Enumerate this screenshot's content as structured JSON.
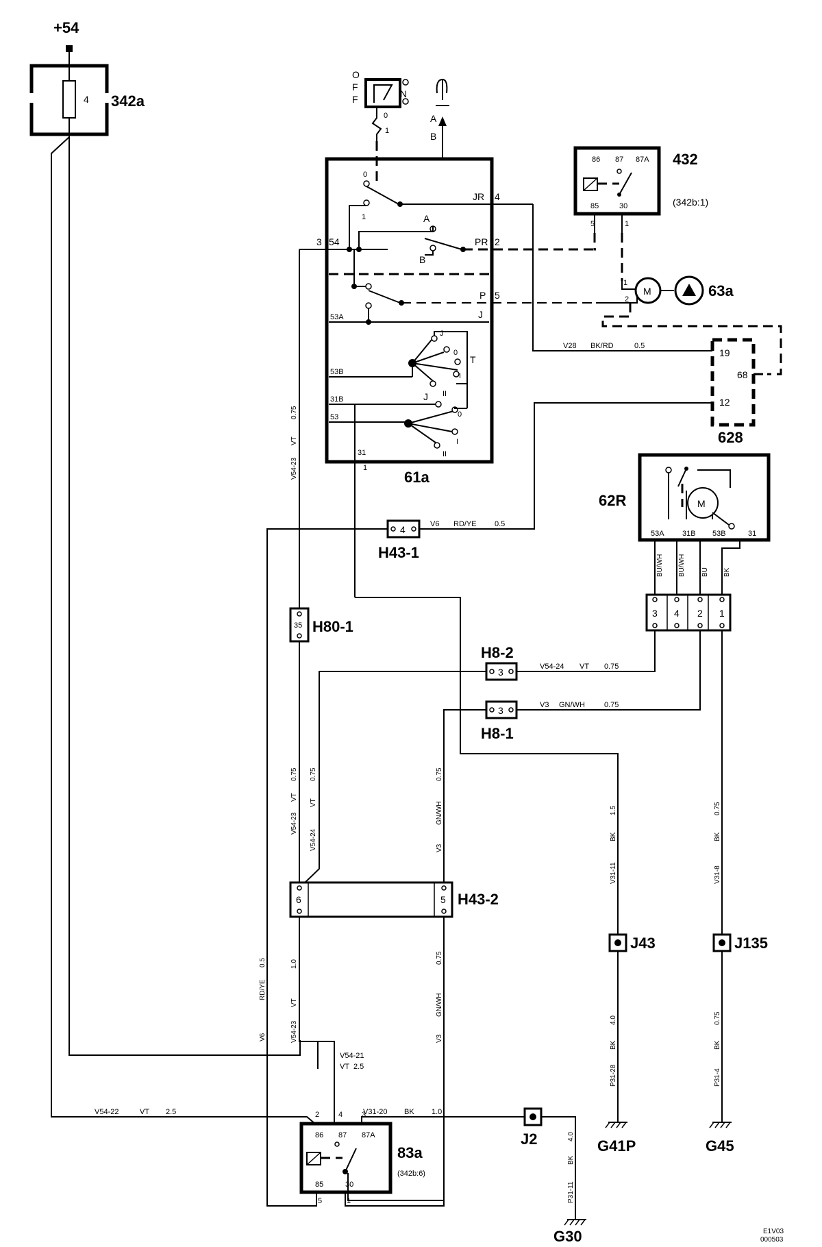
{
  "labels": {
    "supply": "+54",
    "fuse_box": "342a",
    "fuse_num": "4",
    "relay_432": "432",
    "relay_432_ref": "(342b:1)",
    "sw_61a": "61a",
    "pump": "63a",
    "ecu": "628",
    "motor_62R": "62R",
    "relay_83a": "83a",
    "relay_83a_ref": "(342b:6)",
    "conn_H43_1": "H43-1",
    "conn_H80_1": "H80-1",
    "conn_H8_2": "H8-2",
    "conn_H8_1": "H8-1",
    "conn_H43_2": "H43-2",
    "j43": "J43",
    "j135": "J135",
    "j2": "J2",
    "g41p": "G41P",
    "g45": "G45",
    "g30": "G30",
    "doc_code_1": "E1V03",
    "doc_code_2": "000503",
    "motor_M": "M"
  },
  "switch_off": {
    "o": "O",
    "f1": "F",
    "f2": "F",
    "n": "N",
    "p0": "0",
    "p1": "1"
  },
  "washer": {
    "a": "A",
    "b": "B"
  },
  "relay432_pins": {
    "p86": "86",
    "p87": "87",
    "p87a": "87A",
    "p85": "85",
    "p30": "30",
    "w5": "5",
    "w1": "1"
  },
  "relay83a_pins": {
    "p86": "86",
    "p87": "87",
    "p87a": "87A",
    "p85": "85",
    "p30": "30",
    "w2": "2",
    "w4": "4",
    "w3": "3",
    "w5": "5",
    "w1": "1"
  },
  "sw61a": {
    "pos0": "0",
    "pos1": "1",
    "posA": "A",
    "posB": "B",
    "jr": "JR",
    "jr_n": "4",
    "pr": "PR",
    "pr_n": "2",
    "p": "P",
    "p_n": "5",
    "p3": "3",
    "p54": "54",
    "t53a": "53A",
    "j1": "J",
    "t53b": "53B",
    "t31b": "31B",
    "t53": "53",
    "t31": "31",
    "t31_n": "1",
    "sj1": "J",
    "s0a": "0",
    "sT": "T",
    "sIa": "I",
    "sIIa": "II",
    "sj2": "J",
    "s0b": "0",
    "sIb": "I",
    "sIIb": "II"
  },
  "pump_pins": {
    "p1": "1",
    "p2": "2"
  },
  "ecu_pins": {
    "p19": "19",
    "p68": "68",
    "p12": "12"
  },
  "motor62R_pins": {
    "p53a": "53A",
    "p31b": "31B",
    "p53b": "53B",
    "p31": "31"
  },
  "motor62R_colors": {
    "c1": "BU/WH",
    "c2": "BU/WH",
    "c3": "BU",
    "c4": "BK"
  },
  "motor62R_conn": {
    "n1": "3",
    "n2": "4",
    "n3": "2",
    "n4": "1"
  },
  "conn_pins": {
    "h43_1": "4",
    "h80_1": "35",
    "h8_2": "3",
    "h8_1": "3",
    "h43_2a": "6",
    "h43_2b": "5"
  },
  "wires": {
    "v28": {
      "id": "V28",
      "color": "BK/RD",
      "size": "0.5"
    },
    "v6_top": {
      "id": "V6",
      "color": "RD/YE",
      "size": "0.5"
    },
    "v54_24_h": {
      "id": "V54-24",
      "color": "VT",
      "size": "0.75"
    },
    "v3_h": {
      "id": "V3",
      "color": "GN/WH",
      "size": "0.75"
    },
    "v54_23_top": {
      "id": "V54-23",
      "color": "VT",
      "size": "0.75"
    },
    "v54_23_mid": {
      "id": "V54-23",
      "color": "VT",
      "size": "0.75"
    },
    "v54_24_mid": {
      "id": "V54-24",
      "color": "VT",
      "size": "0.75"
    },
    "v3_mid": {
      "id": "V3",
      "color": "GN/WH",
      "size": "0.75"
    },
    "v31_11a": {
      "id": "V31-11",
      "color": "BK",
      "size": "1.5"
    },
    "v31_8": {
      "id": "V31-8",
      "color": "BK",
      "size": "0.75"
    },
    "v6_low": {
      "id": "V6",
      "color": "RD/YE",
      "size": "0.5"
    },
    "v54_23_low": {
      "id": "V54-23",
      "color": "VT",
      "size": "1.0"
    },
    "v3_low": {
      "id": "V3",
      "color": "GN/WH",
      "size": "0.75"
    },
    "p31_28": {
      "id": "P31-28",
      "color": "BK",
      "size": "4.0"
    },
    "p31_4": {
      "id": "P31-4",
      "color": "BK",
      "size": "0.75"
    },
    "v54_21": {
      "id": "V54-21",
      "color": "VT",
      "size": "2.5"
    },
    "v54_22": {
      "id": "V54-22",
      "color": "VT",
      "size": "2.5"
    },
    "v31_20": {
      "id": "V31-20",
      "color": "BK",
      "size": "1.0"
    },
    "p31_11": {
      "id": "P31-11",
      "color": "BK",
      "size": "4.0"
    }
  }
}
